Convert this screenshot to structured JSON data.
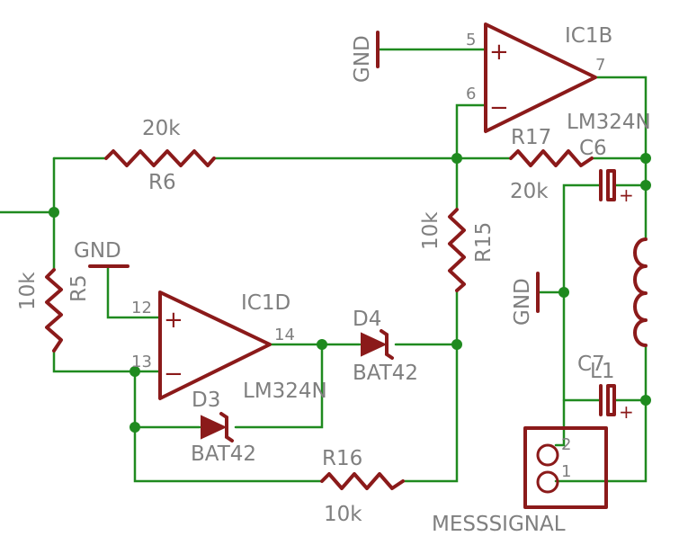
{
  "colors": {
    "wire": "#1f8a1f",
    "part": "#8b1a1a",
    "label": "#7f7f7f",
    "background": "#ffffff"
  },
  "ic1b": {
    "name": "IC1B",
    "value": "LM324N",
    "pin_plus": "5",
    "pin_minus": "6",
    "pin_out": "7"
  },
  "ic1d": {
    "name": "IC1D",
    "value": "LM324N",
    "pin_plus": "12",
    "pin_minus": "13",
    "pin_out": "14"
  },
  "r6": {
    "name": "R6",
    "value": "20k"
  },
  "r17": {
    "name": "R17",
    "value": "20k"
  },
  "r15": {
    "name": "R15",
    "value": "10k"
  },
  "r5": {
    "name": "R5",
    "value": "10k"
  },
  "r16": {
    "name": "R16",
    "value": "10k"
  },
  "d3": {
    "name": "D3",
    "value": "BAT42"
  },
  "d4": {
    "name": "D4",
    "value": "BAT42"
  },
  "c6": {
    "name": "C6",
    "plus": "+"
  },
  "c7": {
    "name": "C7",
    "plus": "+"
  },
  "l1": {
    "name": "L1"
  },
  "gnd": {
    "label": "GND"
  },
  "connector": {
    "name": "MESSSIGNAL",
    "pin1": "1",
    "pin2": "2"
  },
  "opamp_signs": {
    "plus": "+",
    "minus": "−"
  }
}
